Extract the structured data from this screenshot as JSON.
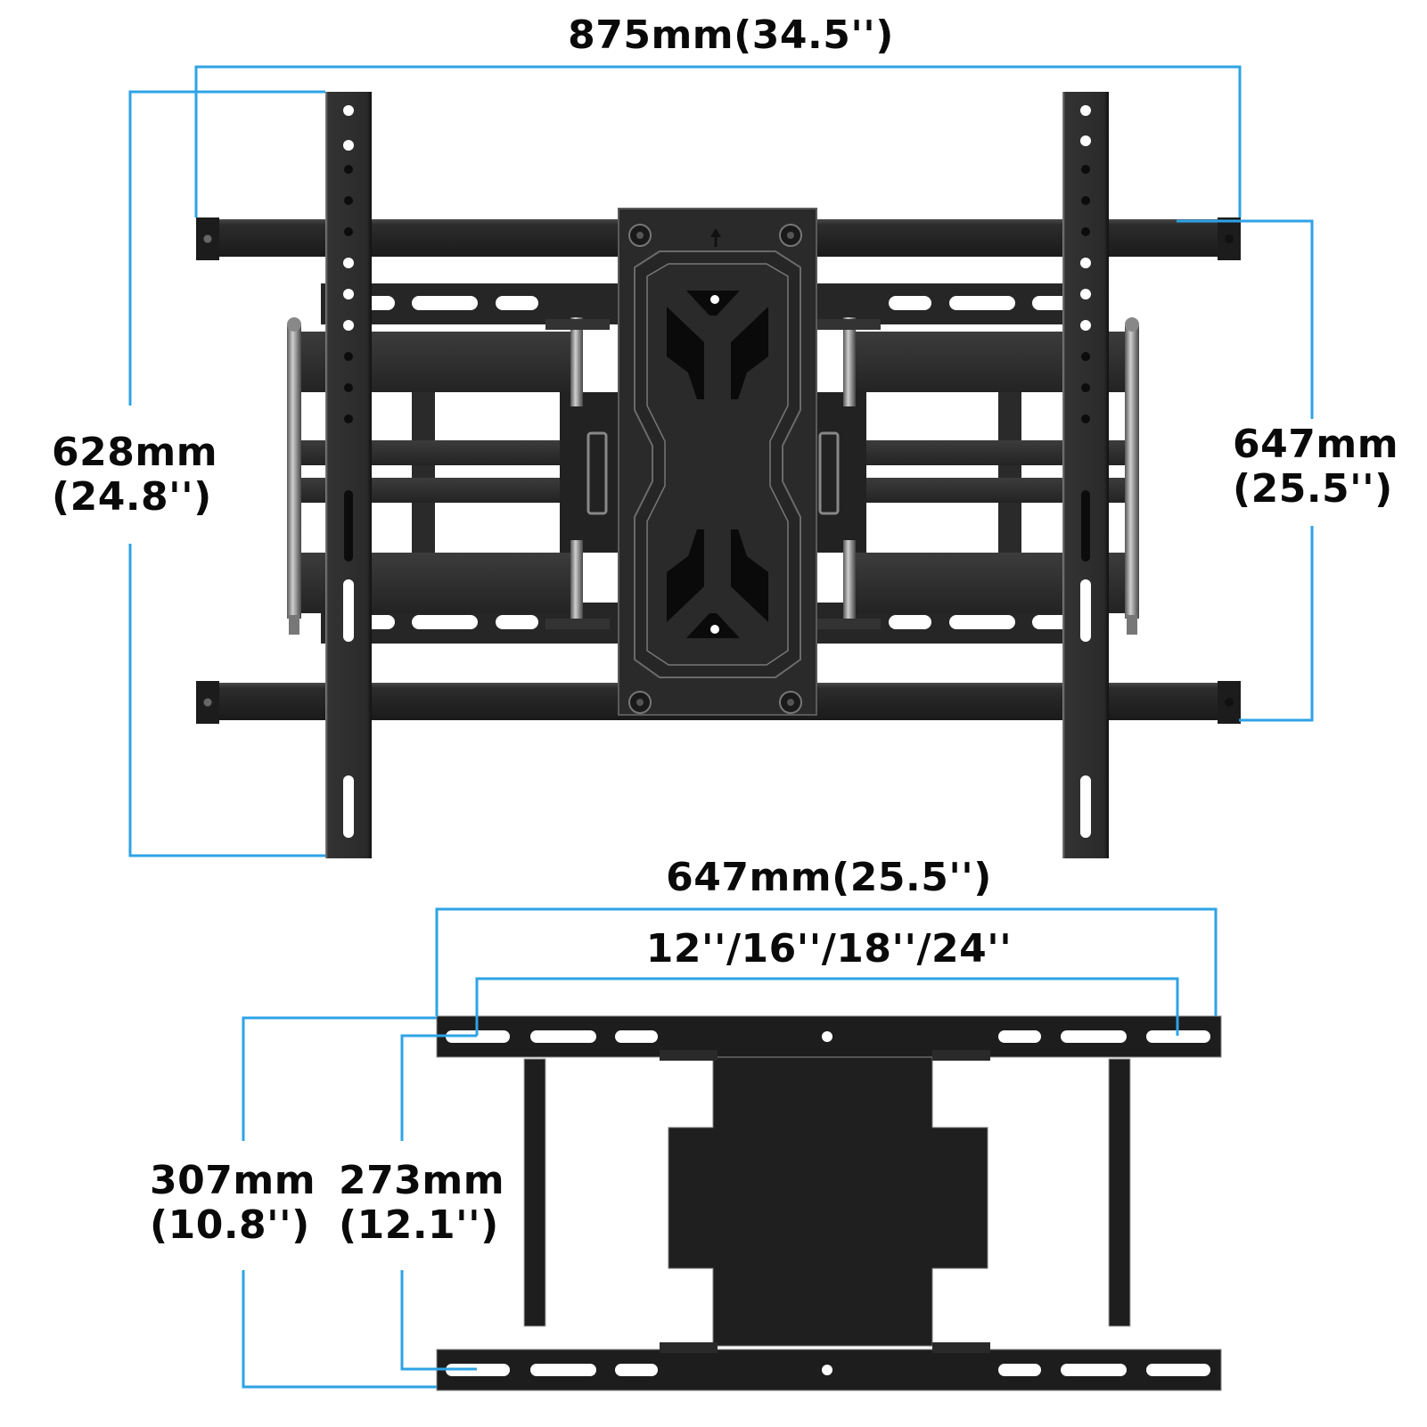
{
  "colors": {
    "dimension_line": "#2ea3e6",
    "metal_dark": "#1c1c1c",
    "metal_mid": "#2b2b2b",
    "metal_light": "#3a3a3a",
    "highlight": "#9a9a9a",
    "background": "#ffffff"
  },
  "top_view": {
    "overall_width": {
      "mm": "875mm",
      "inch": "(34.5'')",
      "label": "875mm(34.5'')"
    },
    "left_height": {
      "line1": "628mm",
      "line2": "(24.8'')"
    },
    "right_height": {
      "line1": "647mm",
      "line2": "(25.5'')"
    },
    "plate_arrow_icon": "up-arrow-icon"
  },
  "bottom_view": {
    "width": {
      "label": "647mm(25.5'')"
    },
    "vesa_spacing": {
      "label": "12''/16''/18''/24''"
    },
    "outer_height": {
      "line1": "307mm",
      "line2": "(10.8'')"
    },
    "inner_height": {
      "line1": "273mm",
      "line2": "(12.1'')"
    }
  }
}
